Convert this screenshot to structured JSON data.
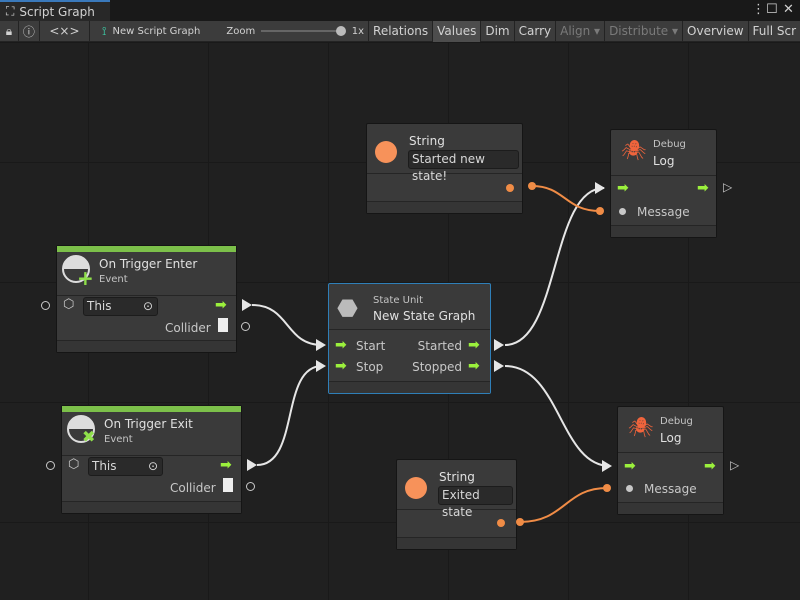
{
  "window": {
    "tab_title": "Script Graph",
    "tab_icon": "hierarchy-icon",
    "controls": [
      "more-icon",
      "maximize-icon",
      "close-icon"
    ]
  },
  "toolbar": {
    "lock_icon": "lock-icon",
    "info_icon": "info-icon",
    "code_label": "<×>",
    "graph_name": "New Script Graph",
    "zoom_label": "Zoom",
    "zoom_value": "1x",
    "zoom_level": 1.0,
    "buttons": [
      {
        "label": "Relations",
        "enabled": true,
        "active": false
      },
      {
        "label": "Values",
        "enabled": true,
        "active": true
      },
      {
        "label": "Dim",
        "enabled": true,
        "active": false
      },
      {
        "label": "Carry",
        "enabled": true,
        "active": false
      },
      {
        "label": "Align ▾",
        "enabled": false,
        "active": false
      },
      {
        "label": "Distribute ▾",
        "enabled": false,
        "active": false
      },
      {
        "label": "Overview",
        "enabled": true,
        "active": false
      },
      {
        "label": "Full Scr",
        "enabled": true,
        "active": false
      }
    ]
  },
  "colors": {
    "flow": "#9bf03c",
    "value_wire": "#f08c46",
    "event_bar": "#7cc04a",
    "selected": "#2f7fb8",
    "background": "#202020"
  },
  "nodes": {
    "string1": {
      "title": "String",
      "value": "Started new state!"
    },
    "debug1": {
      "subtitle": "Debug",
      "title": "Log",
      "port_message": "Message"
    },
    "enter": {
      "title": "On Trigger Enter",
      "subtitle": "Event",
      "target": "This",
      "output": "Collider"
    },
    "state": {
      "subtitle": "State Unit",
      "title": "New  State  Graph",
      "in_start": "Start",
      "in_stop": "Stop",
      "out_started": "Started",
      "out_stopped": "Stopped"
    },
    "exit": {
      "title": "On Trigger Exit",
      "subtitle": "Event",
      "target": "This",
      "output": "Collider"
    },
    "debug2": {
      "subtitle": "Debug",
      "title": "Log",
      "port_message": "Message"
    },
    "string2": {
      "title": "String",
      "value": "Exited state"
    }
  }
}
